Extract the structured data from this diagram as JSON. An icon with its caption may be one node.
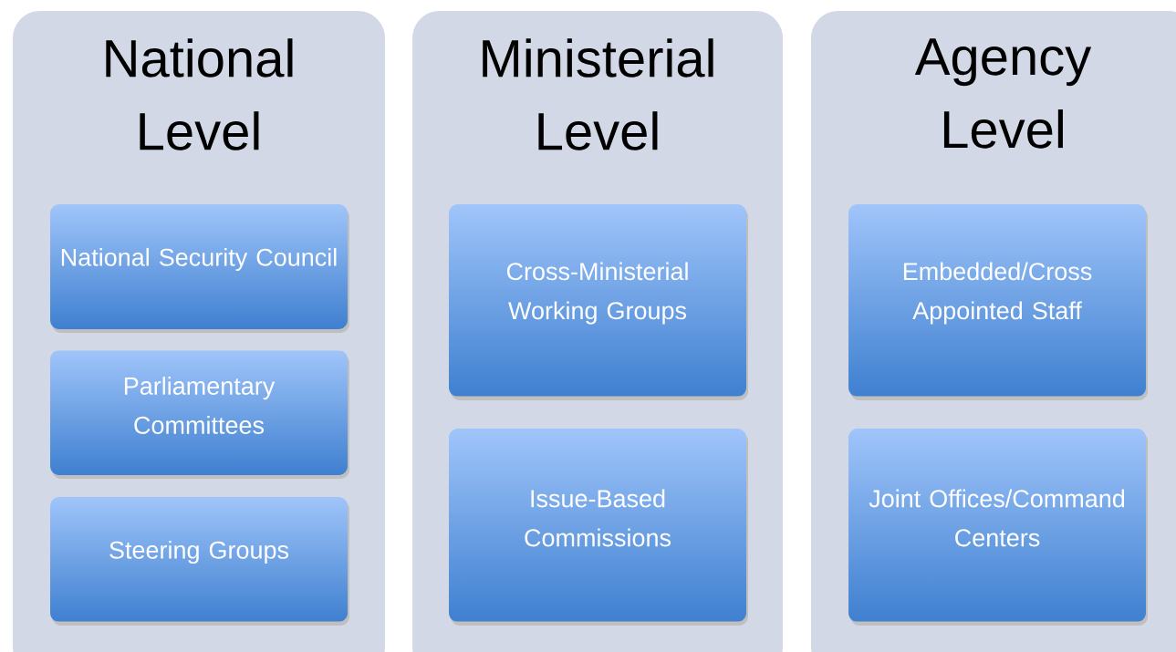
{
  "diagram": {
    "nodes": [
      {
        "text": [
          "National Level"
        ]
      },
      {
        "text": [
          "National Security Council"
        ],
        "in": 0
      },
      {
        "text": [
          "Parliamentary Committees"
        ],
        "in": 0
      },
      {
        "text": [
          "Steering Groups"
        ],
        "in": 0
      },
      {
        "text": [
          "Ministerial Level"
        ]
      },
      {
        "text": [
          "Cross-Ministerial Working Groups"
        ],
        "in": 4
      },
      {
        "text": [
          "Issue-Based Commissions"
        ],
        "in": 4
      },
      {
        "text": [
          "Agency Level"
        ]
      },
      {
        "text": [
          "Embedded/Cross Appointed Staff"
        ],
        "in": 7
      },
      {
        "text": [
          "Joint Offices/Command Centers"
        ],
        "in": 7
      }
    ]
  }
}
